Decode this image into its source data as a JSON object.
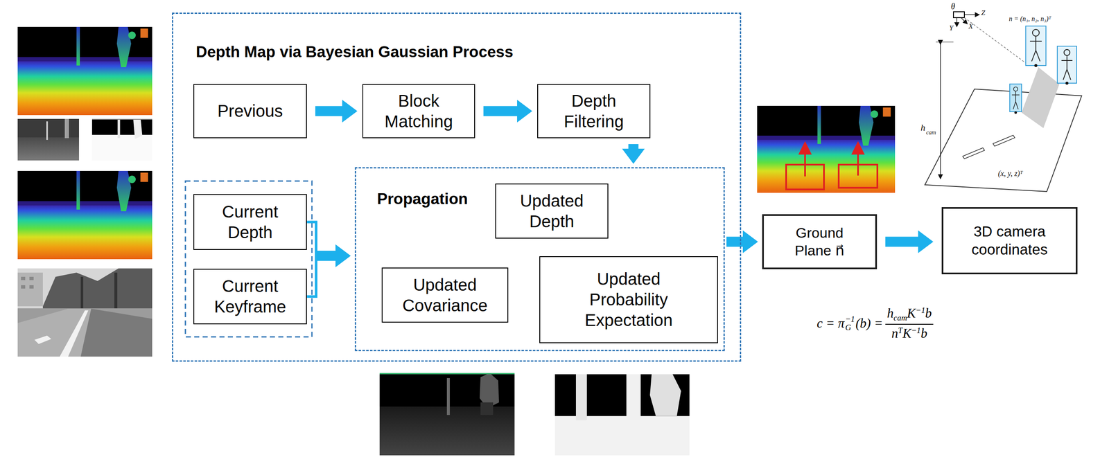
{
  "diagram": {
    "nodes": [
      {
        "text": [
          "Depth Map via Bayesian Gaussian Process"
        ]
      },
      {
        "text": [
          "Previous"
        ],
        "in": 0
      },
      {
        "text": [
          "Block Matching"
        ],
        "in": 0
      },
      {
        "text": [
          "Depth Filtering"
        ],
        "in": 0
      },
      {
        "text": [
          "Current Depth"
        ],
        "in": 0
      },
      {
        "text": [
          "Current Keyframe"
        ],
        "in": 0
      },
      {
        "text": [
          "Propagation"
        ],
        "in": 0
      },
      {
        "text": [
          "Updated Depth"
        ],
        "in": 6
      },
      {
        "text": [
          "Updated Covariance"
        ],
        "in": 6
      },
      {
        "text": [
          "Updated Probability Expectation"
        ],
        "in": 6
      },
      {
        "text": [
          "Ground Plane n⃗"
        ]
      },
      {
        "text": [
          "3D camera coordinates"
        ]
      }
    ],
    "edges": [
      {
        "from": 1,
        "to": 2,
        "arrow": "to"
      },
      {
        "from": 2,
        "to": 3,
        "arrow": "to"
      },
      {
        "from": 3,
        "to": 6,
        "arrow": "to"
      },
      {
        "from": 4,
        "to": 6,
        "arrow": "to"
      },
      {
        "from": 5,
        "to": 6,
        "arrow": "to"
      },
      {
        "from": 6,
        "to": 10,
        "arrow": "to"
      },
      {
        "from": 10,
        "to": 11,
        "arrow": "to"
      }
    ],
    "labels": [
      "c = π",
      "G",
      "−1",
      "(b) =",
      "h",
      "cam",
      "K",
      "−1",
      "b",
      "n",
      "T",
      "K",
      "−1",
      "b",
      "θ",
      "Z",
      "Y",
      "X",
      "n = (n₁, n₂, n₃)ᵀ",
      "h",
      "cam",
      "(x, y, z)ᵀ"
    ]
  }
}
